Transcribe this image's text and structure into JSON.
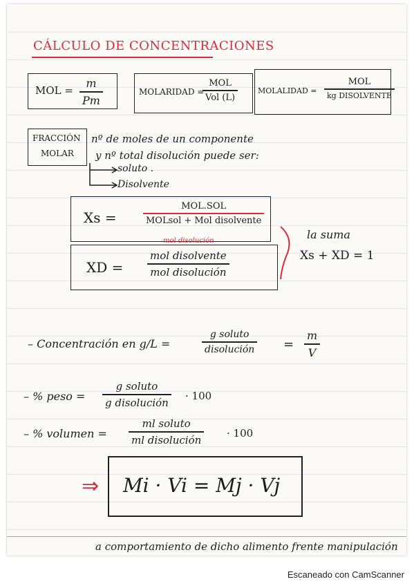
{
  "title": "CÁLCULO DE CONCENTRACIONES",
  "mol": {
    "label": "MOL =",
    "num": "m",
    "den": "Pm"
  },
  "molaridad": {
    "label": "MOLARIDAD =",
    "num": "MOL",
    "den": "Vol (L)"
  },
  "molalidad": {
    "label": "MOLALIDAD =",
    "num": "MOL",
    "den": "kg DISOLVENTE"
  },
  "fraccion": {
    "label_line1": "FRACCIÓN",
    "label_line2": "MOLAR",
    "desc_line1": "nº de moles de un componente",
    "desc_line2": "y nº total disolución puede ser:",
    "branch1": "soluto .",
    "branch2": "Disolvente"
  },
  "xs": {
    "label": "Xs =",
    "num": "MOL.SOL",
    "den": "MOLsol + Mol disolvente",
    "note": "mol disolución"
  },
  "xd": {
    "label": "XD =",
    "num": "mol disolvente",
    "den": "mol disolución"
  },
  "suma": {
    "line1": "la suma",
    "line2": "Xs + XD = 1"
  },
  "conc_gl": {
    "label": "– Concentración en g/L =",
    "num": "g soluto",
    "den": "disolución",
    "eq": "=",
    "num2": "m",
    "den2": "V"
  },
  "peso": {
    "label": "– % peso =",
    "num": "g soluto",
    "den": "g disolución",
    "factor": "· 100"
  },
  "volumen": {
    "label": "– % volumen =",
    "num": "ml soluto",
    "den": "ml disolución",
    "factor": "· 100"
  },
  "dilucion": {
    "arrow": "⇒",
    "formula": "Mi · Vi = Mj · Vj"
  },
  "bottom_text": "a comportamiento de dicho alimento frente manipulación",
  "footer": "Escaneado con CamScanner",
  "colors": {
    "ink": "#1c1c1c",
    "red": "#d92a3a",
    "paper": "#fbfaf6"
  }
}
